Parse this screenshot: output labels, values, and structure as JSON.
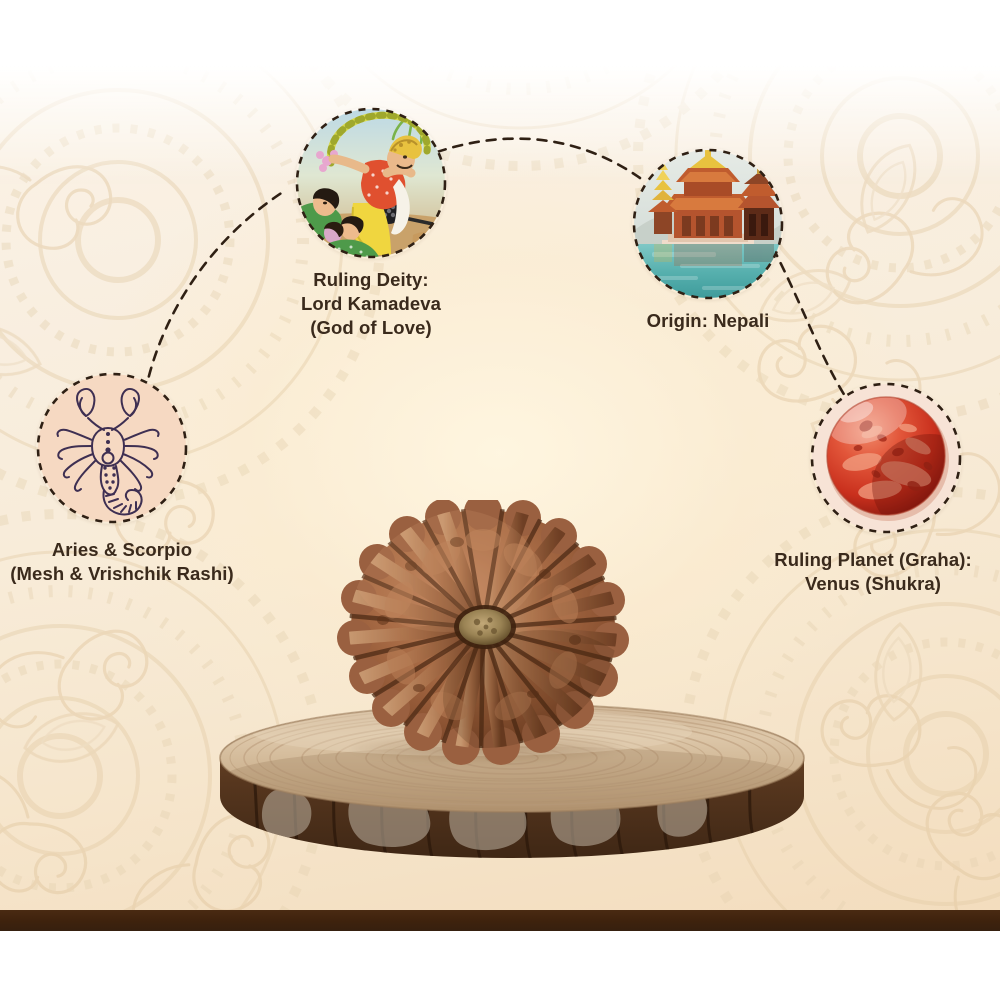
{
  "page": {
    "title": "Rudraksha Bead Attributes Infographic",
    "background_color": "#f8ecd9",
    "accent_bar_color": "#3e220d",
    "text_color": "#3a2a1c"
  },
  "callouts": [
    {
      "id": "deity",
      "icon": "kamadeva-illustration-icon",
      "label": "Ruling Deity:\nLord Kamadeva\n(God of Love)",
      "lines": [
        "Ruling Deity:",
        "Lord Kamadeva",
        "(God of Love)"
      ]
    },
    {
      "id": "origin",
      "icon": "nepali-temple-icon",
      "label": "Origin: Nepali",
      "lines": [
        "Origin: Nepali"
      ]
    },
    {
      "id": "rashi",
      "icon": "scorpion-zodiac-icon",
      "label": "Aries & Scorpio\n(Mesh & Vrishchik Rashi)",
      "lines": [
        "Aries & Scorpio",
        "(Mesh & Vrishchik Rashi)"
      ]
    },
    {
      "id": "planet",
      "icon": "venus-planet-icon",
      "label": "Ruling Planet (Graha):\nVenus (Shukra)",
      "lines": [
        "Ruling Planet (Graha):",
        "Venus (Shukra)"
      ]
    }
  ],
  "centerpiece": {
    "product": "rudraksha-bead",
    "stand": "wooden-log-slice",
    "bead_color": "#9e5f3f",
    "log_bark_color": "#6b4a2e"
  },
  "connectors": {
    "style": "dashed",
    "color": "#2f2014",
    "paths": [
      "rashi-to-deity",
      "deity-to-origin",
      "origin-to-planet"
    ]
  }
}
